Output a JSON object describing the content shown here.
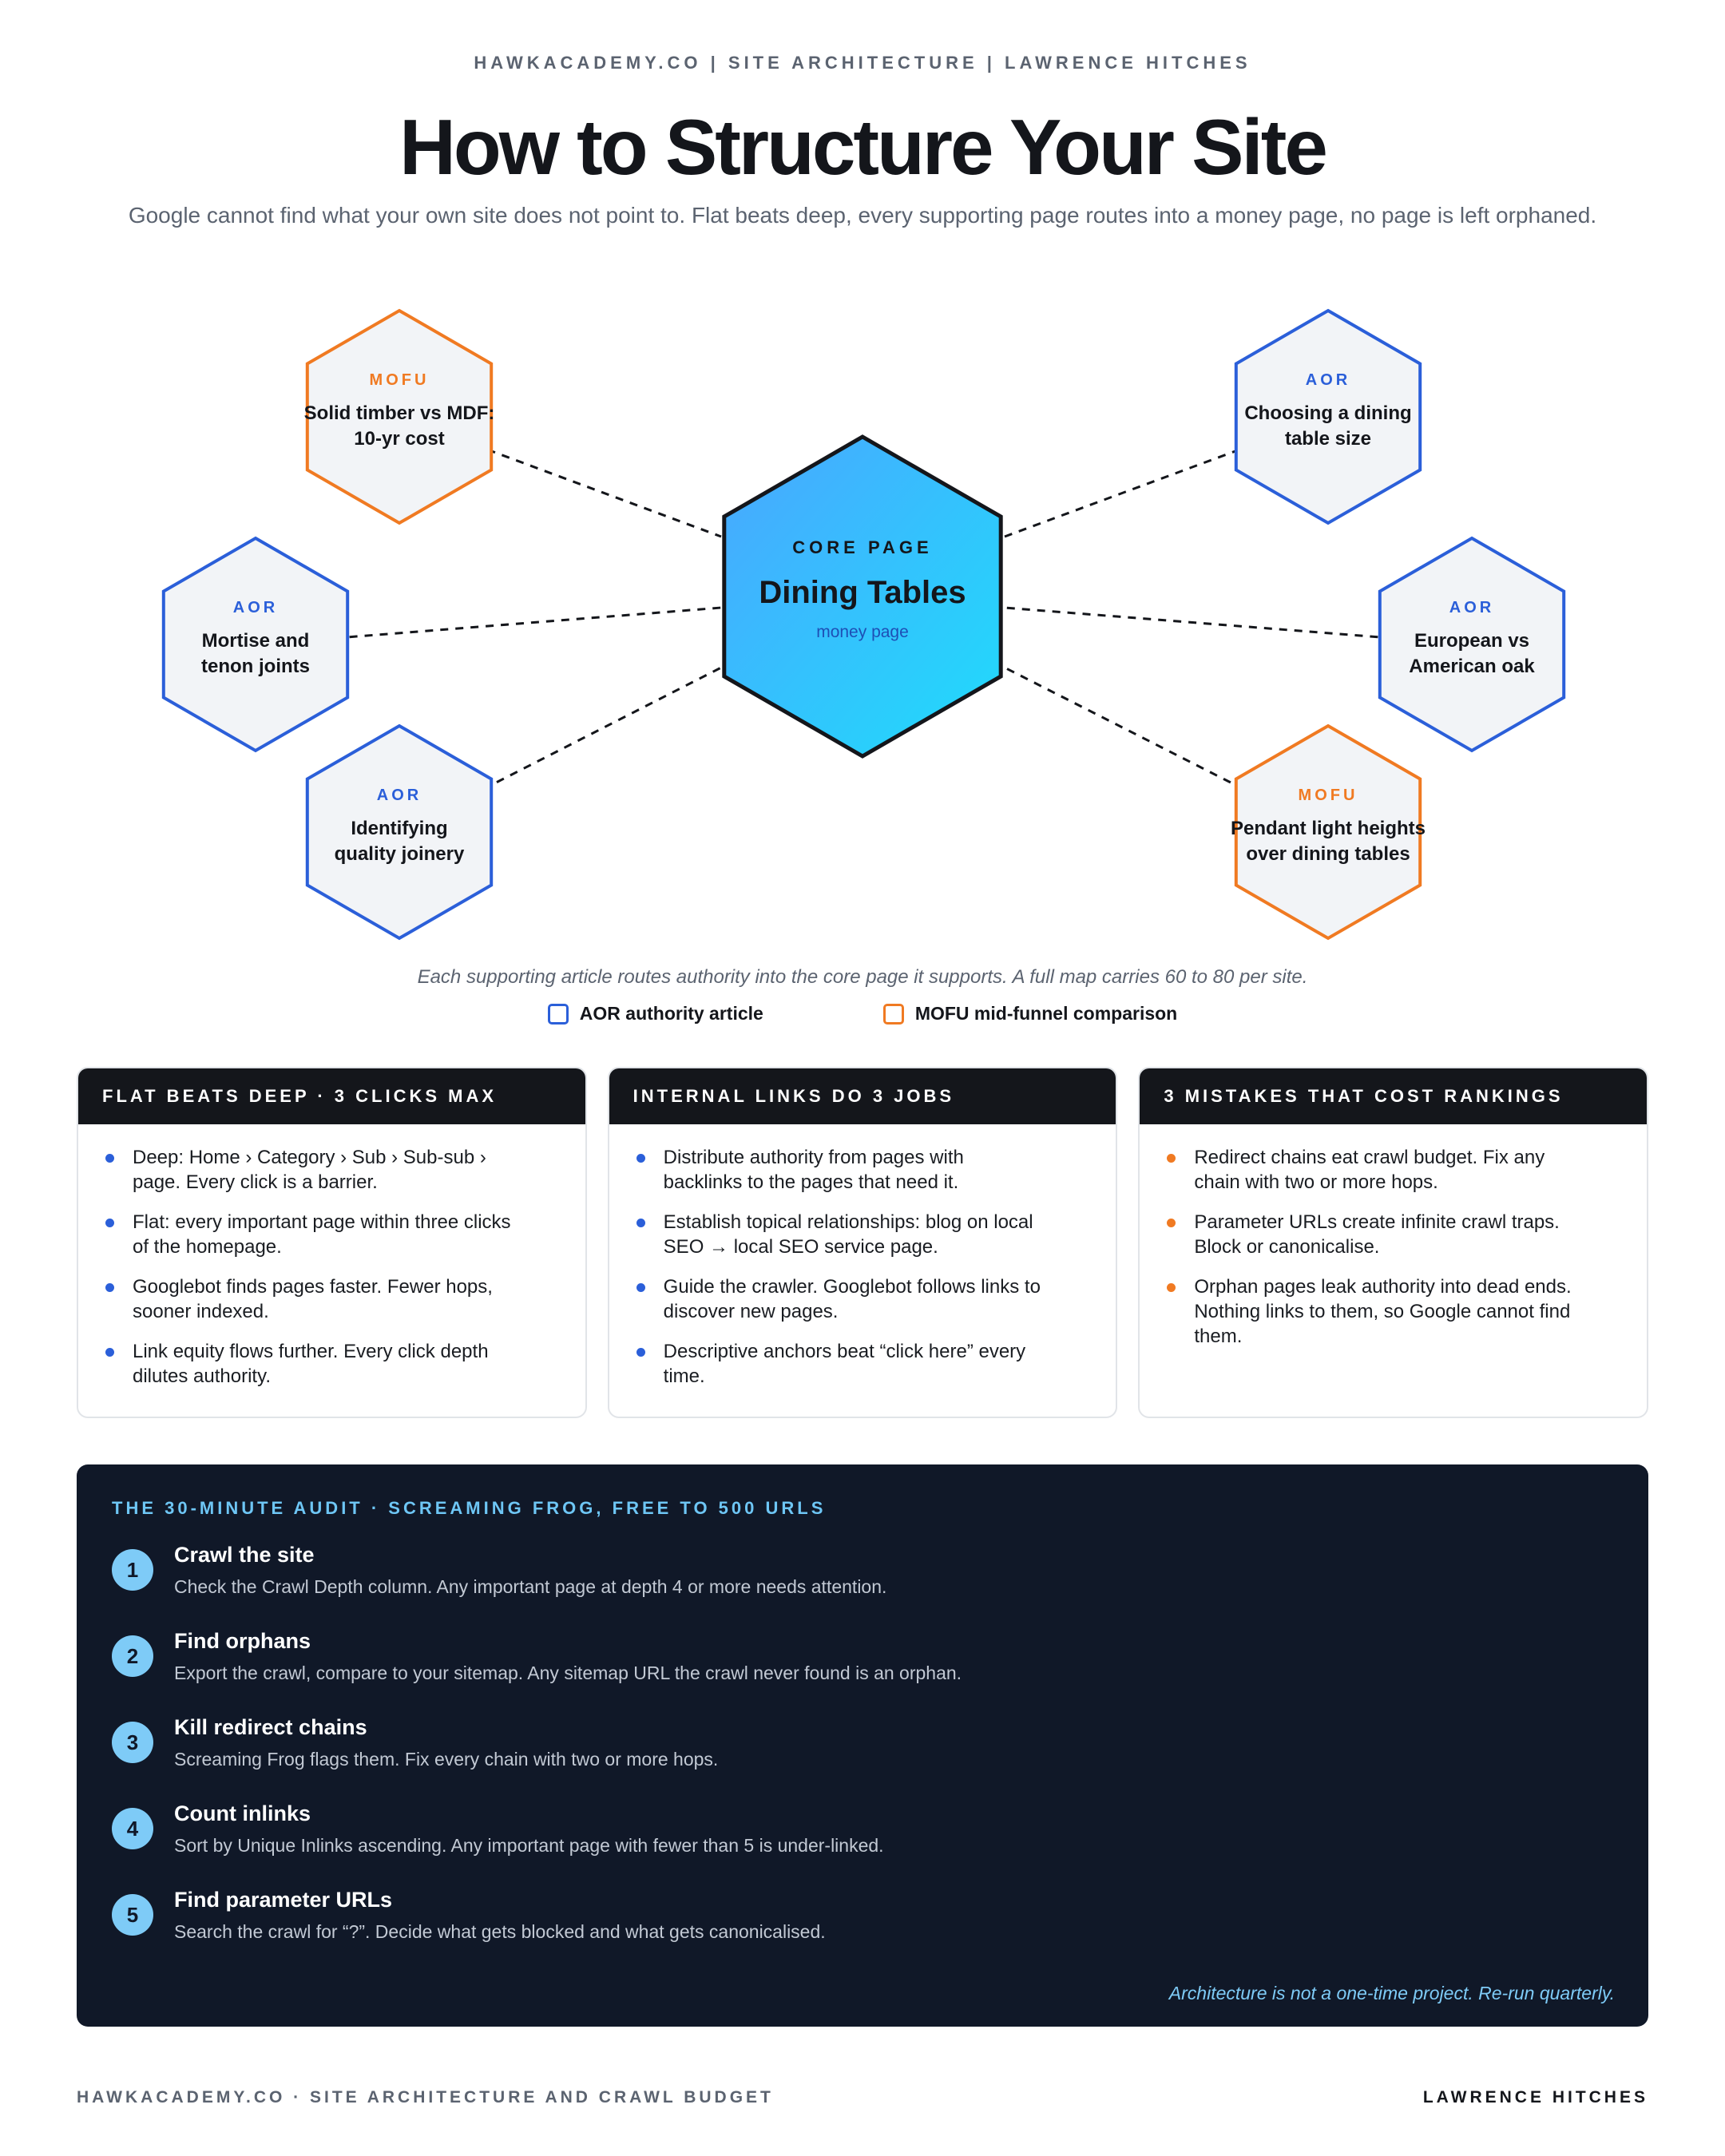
{
  "header": {
    "topline": "HAWKACADEMY.CO | SITE ARCHITECTURE | LAWRENCE HITCHES",
    "title": "How to Structure Your Site",
    "subtitle": "Google cannot find what your own site does not point to. Flat beats deep, every supporting page routes into a money page, no page is left orphaned."
  },
  "diagram": {
    "core": {
      "tag": "CORE PAGE",
      "title": "Dining Tables",
      "sub": "money page"
    },
    "nodes": [
      {
        "tag": "MOFU",
        "lines": [
          "Solid timber vs MDF:",
          "10-yr cost"
        ]
      },
      {
        "tag": "AOR",
        "lines": [
          "Choosing a dining",
          "table size"
        ]
      },
      {
        "tag": "AOR",
        "lines": [
          "Mortise and",
          "tenon joints"
        ]
      },
      {
        "tag": "AOR",
        "lines": [
          "European vs",
          "American oak"
        ]
      },
      {
        "tag": "AOR",
        "lines": [
          "Identifying",
          "quality joinery"
        ]
      },
      {
        "tag": "MOFU",
        "lines": [
          "Pendant light heights",
          "over dining tables"
        ]
      }
    ],
    "caption": "Each supporting article routes authority into the core page it supports. A full map carries 60 to 80 per site.",
    "legend": {
      "aor": "AOR authority article",
      "mofu": "MOFU mid-funnel comparison"
    }
  },
  "colors": {
    "aor": "#2b5fd9",
    "mofu": "#f07a22",
    "core_start": "#4aa6ff",
    "core_end": "#1fdcfb",
    "dark": "#14161b",
    "navy": "#101828",
    "accent": "#7ecbf7"
  },
  "cards": [
    {
      "title": "FLAT BEATS DEEP · 3 CLICKS MAX",
      "dot": "aor",
      "items": [
        "Deep: Home › Category › Sub › Sub-sub › page. Every click is a barrier.",
        "Flat: every important page within three clicks of the homepage.",
        "Googlebot finds pages faster. Fewer hops, sooner indexed.",
        "Link equity flows further. Every click depth dilutes authority."
      ]
    },
    {
      "title": "INTERNAL LINKS DO 3 JOBS",
      "dot": "aor",
      "items": [
        "Distribute authority from pages with backlinks to the pages that need it.",
        "Establish topical relationships: blog on local SEO → local SEO service page.",
        "Guide the crawler. Googlebot follows links to discover new pages.",
        "Descriptive anchors beat “click here” every time."
      ]
    },
    {
      "title": "3 MISTAKES THAT COST RANKINGS",
      "dot": "mofu",
      "items": [
        "Redirect chains eat crawl budget. Fix any chain with two or more hops.",
        "Parameter URLs create infinite crawl traps. Block or canonicalise.",
        "Orphan pages leak authority into dead ends. Nothing links to them, so Google cannot find them."
      ]
    }
  ],
  "audit": {
    "title": "THE 30-MINUTE AUDIT · SCREAMING FROG, FREE TO 500 URLS",
    "steps": [
      {
        "num": "1",
        "title": "Crawl the site",
        "desc": "Check the Crawl Depth column. Any important page at depth 4 or more needs attention."
      },
      {
        "num": "2",
        "title": "Find orphans",
        "desc": "Export the crawl, compare to your sitemap. Any sitemap URL the crawl never found is an orphan."
      },
      {
        "num": "3",
        "title": "Kill redirect chains",
        "desc": "Screaming Frog flags them. Fix every chain with two or more hops."
      },
      {
        "num": "4",
        "title": "Count inlinks",
        "desc": "Sort by Unique Inlinks ascending. Any important page with fewer than 5 is under-linked."
      },
      {
        "num": "5",
        "title": "Find parameter URLs",
        "desc": "Search the crawl for “?”. Decide what gets blocked and what gets canonicalised."
      }
    ],
    "footer": "Architecture is not a one-time project. Re-run quarterly."
  },
  "footer": {
    "left": "HAWKACADEMY.CO · SITE ARCHITECTURE AND CRAWL BUDGET",
    "right": "LAWRENCE HITCHES"
  }
}
